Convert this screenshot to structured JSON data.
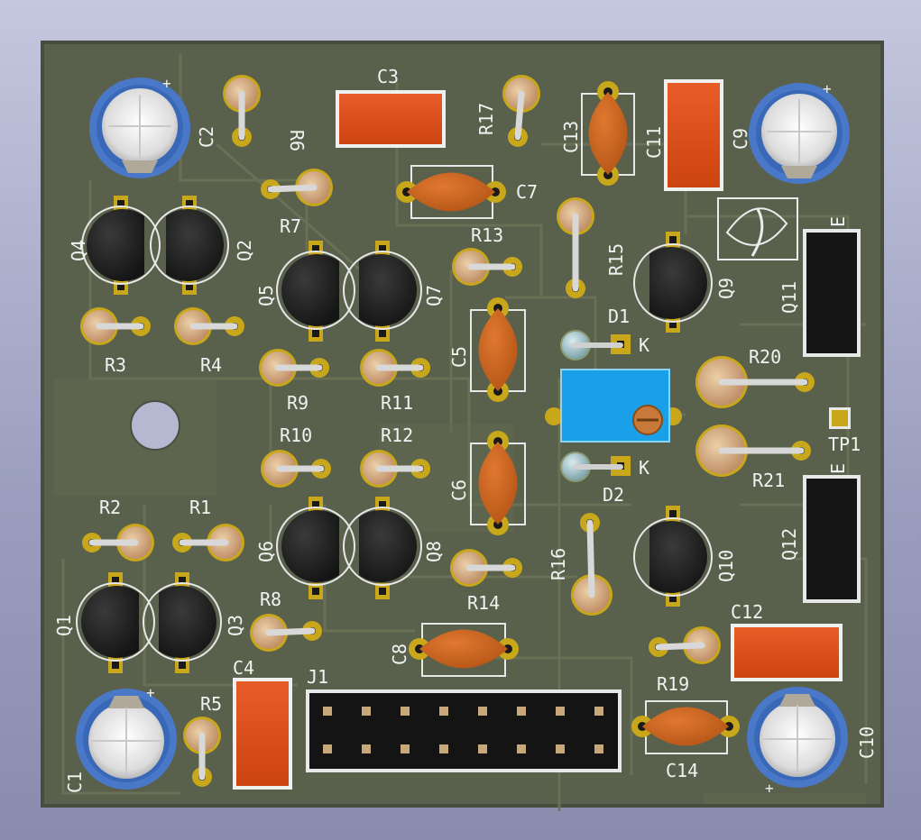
{
  "colors": {
    "board": "#5a604e",
    "board_edge": "#484d3e",
    "trace": "#6a7058",
    "silk": "#f2f2f2",
    "pad": "#c8a81a",
    "resistor": "#d4b088",
    "ceramic": "#c8641e",
    "film": "#d84818",
    "transistor": "#262626",
    "electrolytic_body": "#4a78c8",
    "trimmer": "#1aa0e8",
    "header": "#141414"
  },
  "labels": {
    "C1": "C1",
    "C2": "C2",
    "C3": "C3",
    "C4": "C4",
    "C5": "C5",
    "C6": "C6",
    "C7": "C7",
    "C8": "C8",
    "C9": "C9",
    "C10": "C10",
    "C11": "C11",
    "C12": "C12",
    "C13": "C13",
    "C14": "C14",
    "R1": "R1",
    "R2": "R2",
    "R3": "R3",
    "R4": "R4",
    "R5": "R5",
    "R6": "R6",
    "R7": "R7",
    "R8": "R8",
    "R9": "R9",
    "R10": "R10",
    "R11": "R11",
    "R12": "R12",
    "R13": "R13",
    "R14": "R14",
    "R15": "R15",
    "R16": "R16",
    "R17": "R17",
    "R19": "R19",
    "R20": "R20",
    "R21": "R21",
    "Q1": "Q1",
    "Q2": "Q2",
    "Q3": "Q3",
    "Q4": "Q4",
    "Q5": "Q5",
    "Q6": "Q6",
    "Q7": "Q7",
    "Q8": "Q8",
    "Q9": "Q9",
    "Q10": "Q10",
    "Q11": "Q11",
    "Q12": "Q12",
    "D1": "D1",
    "D2": "D2",
    "J1": "J1",
    "TP1": "TP1",
    "K": "K",
    "E": "E",
    "plus": "+"
  }
}
